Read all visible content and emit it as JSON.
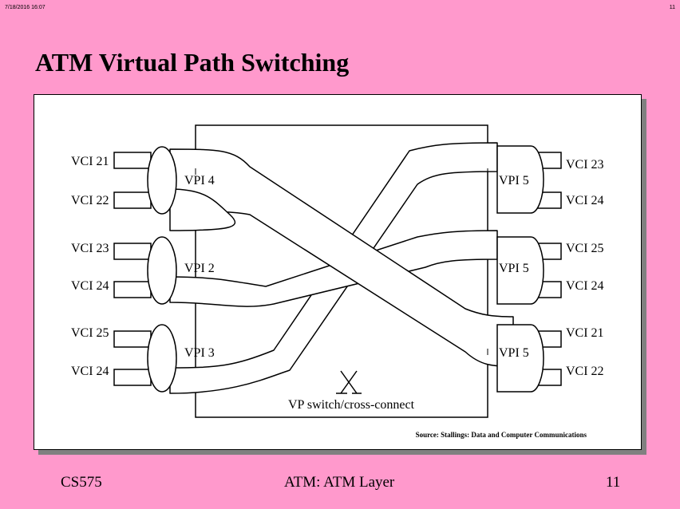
{
  "header": {
    "date": "7/18/2016 16:07",
    "page": "11"
  },
  "title": "ATM Virtual Path Switching",
  "diagram": {
    "left_groups": [
      {
        "vpi": "VPI 4",
        "vci_top": "VCI 21",
        "vci_bottom": "VCI 22"
      },
      {
        "vpi": "VPI 2",
        "vci_top": "VCI 23",
        "vci_bottom": "VCI 24"
      },
      {
        "vpi": "VPI 3",
        "vci_top": "VCI 25",
        "vci_bottom": "VCI 24"
      }
    ],
    "right_groups": [
      {
        "vpi": "VPI 5",
        "vci_top": "VCI 23",
        "vci_bottom": "VCI 24"
      },
      {
        "vpi": "VPI 5",
        "vci_top": "VCI 25",
        "vci_bottom": "VCI 24"
      },
      {
        "vpi": "VPI 5",
        "vci_top": "VCI 21",
        "vci_bottom": "VCI 22"
      }
    ],
    "switch_label": "VP switch/cross-connect",
    "source": "Source:  Stallings:  Data and Computer Communications"
  },
  "footer": {
    "course": "CS575",
    "topic": "ATM: ATM Layer",
    "page": "11"
  }
}
